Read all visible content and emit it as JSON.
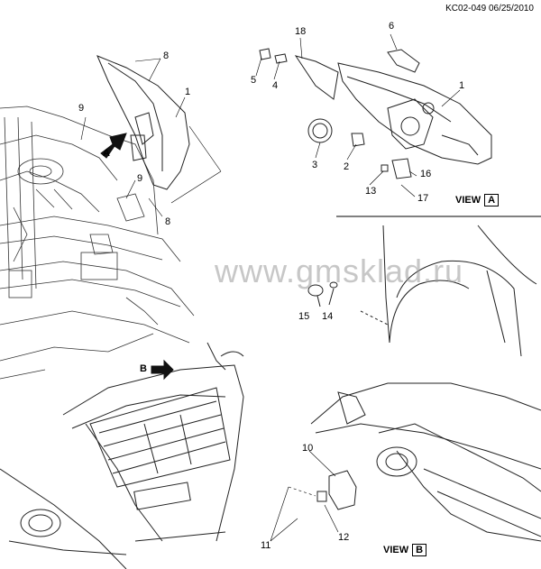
{
  "header": {
    "code": "KC02-049 06/25/2010"
  },
  "watermark": "www.gmsklad.ru",
  "views": {
    "a": {
      "prefix": "VIEW",
      "letter": "A"
    },
    "b": {
      "prefix": "VIEW",
      "letter": "B"
    }
  },
  "arrows": {
    "a": "A",
    "b": "B"
  },
  "callouts": {
    "c8_top": "8",
    "c9_top": "9",
    "c1_left": "1",
    "c9_mid": "9",
    "c8_mid": "8",
    "c18": "18",
    "c6": "6",
    "c5": "5",
    "c4": "4",
    "c1_right": "1",
    "c3": "3",
    "c2": "2",
    "c16": "16",
    "c13": "13",
    "c17": "17",
    "c15": "15",
    "c14": "14",
    "c10": "10",
    "c11": "11",
    "c12": "12"
  }
}
